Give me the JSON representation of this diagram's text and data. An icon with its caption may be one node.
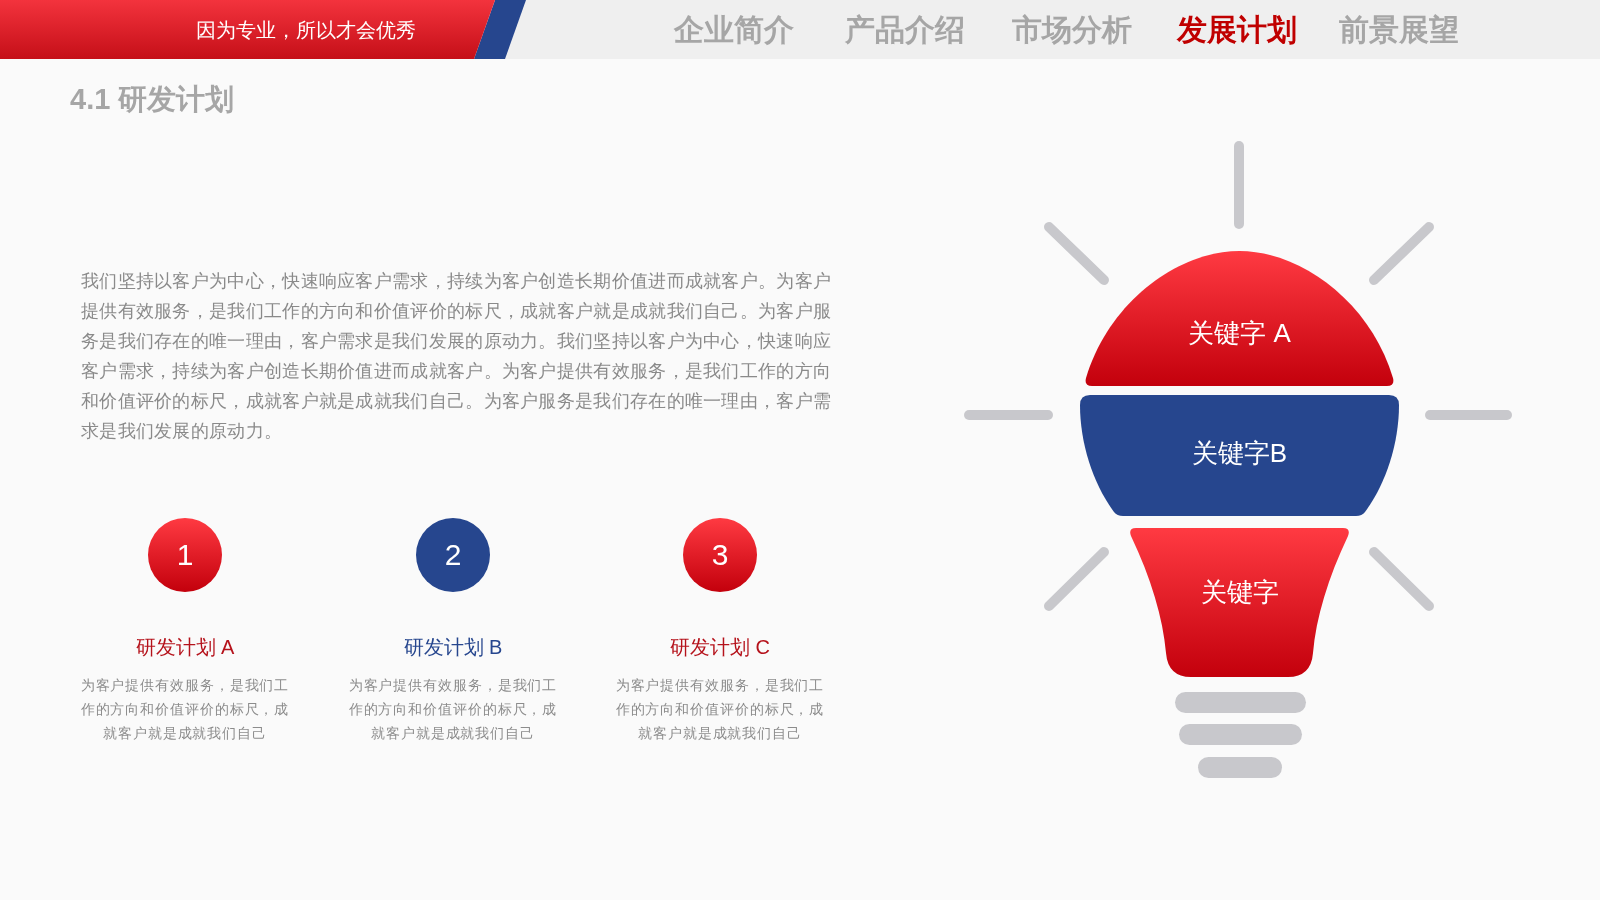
{
  "diagram": {
    "title": "4.1 研发计划",
    "nodes": [
      {
        "text": [
          "因为专业，所以才会优秀"
        ]
      },
      {
        "text": [
          "1"
        ],
        "beside": [
          "研发计划 A",
          "为客户提供有效服务，是我们工作的方向和价值评价的标尺，成就客户就是成就我们自己"
        ]
      },
      {
        "text": [
          "2"
        ],
        "beside": [
          "研发计划 B",
          "为客户提供有效服务，是我们工作的方向和价值评价的标尺，成就客户就是成就我们自己"
        ]
      },
      {
        "text": [
          "3"
        ],
        "beside": [
          "研发计划 C",
          "为客户提供有效服务，是我们工作的方向和价值评价的标尺，成就客户就是成就我们自己"
        ]
      },
      {
        "text": [
          "关键字 A"
        ]
      },
      {
        "text": [
          "关键字B"
        ]
      },
      {
        "text": [
          "关键字"
        ]
      }
    ],
    "labels": [
      "企业简介",
      "产品介绍",
      "市场分析",
      "发展计划",
      "前景展望",
      "我们坚持以客户为中心，快速响应客户需求，持续为客户创造长期价值进而成就客户。为客户提供有效服务，是我们工作的方向和价值评价的标尺，成就客户就是成就我们自己。为客户服务是我们存在的唯一理由，客户需求是我们发展的原动力。我们坚持以客户为中心，快速响应客户需求，持续为客户创造长期价值进而成就客户。为客户提供有效服务，是我们工作的方向和价值评价的标尺，成就客户就是成就我们自己。为客户服务是我们存在的唯一理由，客户需求是我们发展的原动力。"
    ]
  }
}
